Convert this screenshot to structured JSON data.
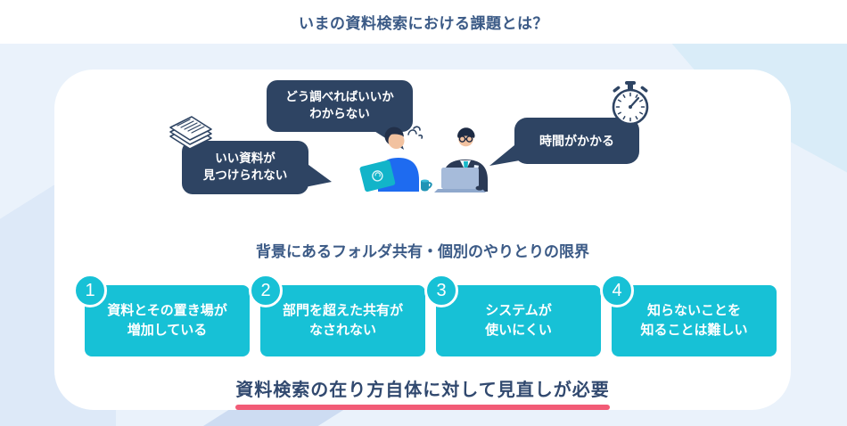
{
  "header": {
    "title": "いまの資料検索における課題とは？"
  },
  "scene": {
    "bubble_how": "どう調べればいいか\nわからない",
    "bubble_find": "いい資料が\n見つけられない",
    "bubble_time": "時間がかかる"
  },
  "limits": {
    "heading": "背景にあるフォルダ共有・個別のやりとりの限界",
    "items": [
      {
        "number": "1",
        "text": "資料とその置き場が\n増加している"
      },
      {
        "number": "2",
        "text": "部門を超えた共有が\nなされない"
      },
      {
        "number": "3",
        "text": "システムが\n使いにくい"
      },
      {
        "number": "4",
        "text": "知らないことを\n知ることは難しい"
      }
    ]
  },
  "conclusion": {
    "text": "資料検索の在り方自体に対して見直しが必要"
  },
  "colors": {
    "heading_navy": "#3b5a86",
    "bubble_navy": "#2e4463",
    "box_cyan": "#17c1d6",
    "underline_pink": "#f25b76",
    "band_blue": "#eaf2fb",
    "person_blue": "#1e6bf0",
    "laptop_teal": "#12b4c9"
  }
}
